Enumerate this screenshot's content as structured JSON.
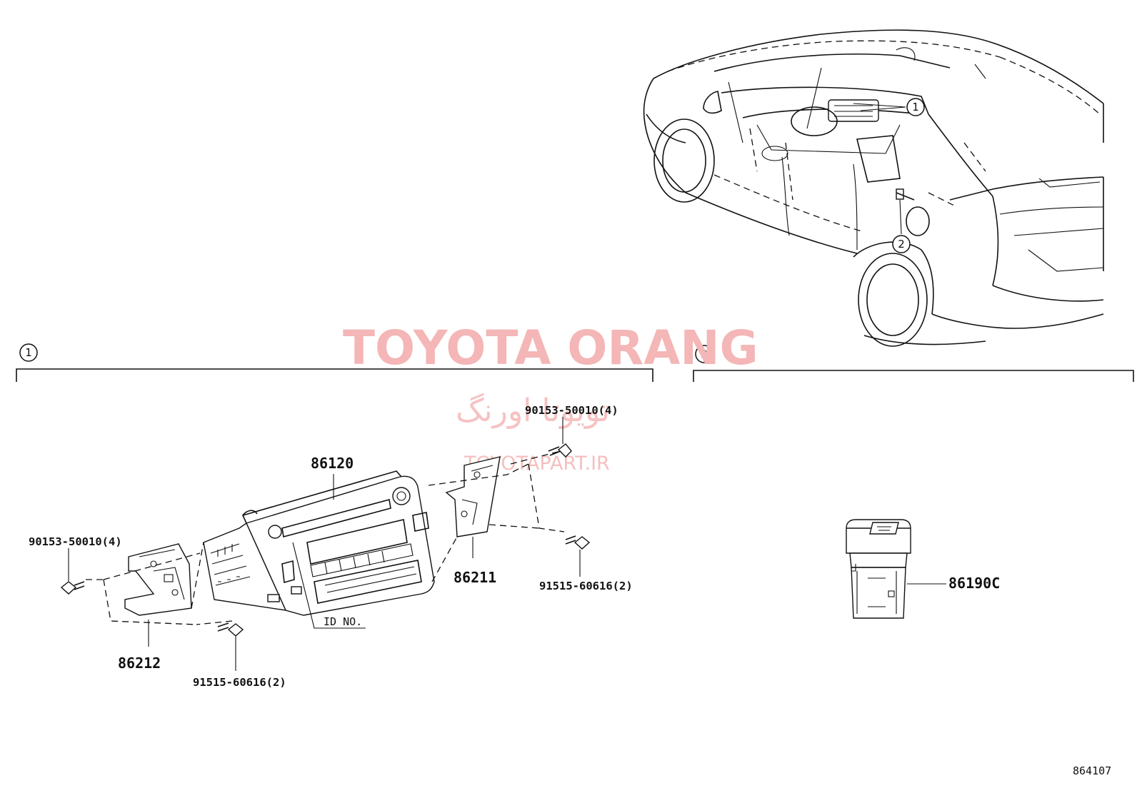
{
  "watermark": {
    "brand": "TOYOTA ORANG",
    "persian": "تویوتا اورنگ",
    "url": "TOYOTAPART.IR"
  },
  "sections": [
    {
      "marker": "1"
    },
    {
      "marker": "2"
    }
  ],
  "car_callouts": [
    "1",
    "2"
  ],
  "parts": {
    "audio_unit": "86120",
    "bracket_right": "86211",
    "bracket_left": "86212",
    "screw_top_right": "90153-50010(4)",
    "screw_left": "90153-50010(4)",
    "screw_right": "91515-60616(2)",
    "screw_bottom": "91515-60616(2)",
    "id_no": "ID NO.",
    "switch": "86190C"
  },
  "diagram_id": "864107"
}
